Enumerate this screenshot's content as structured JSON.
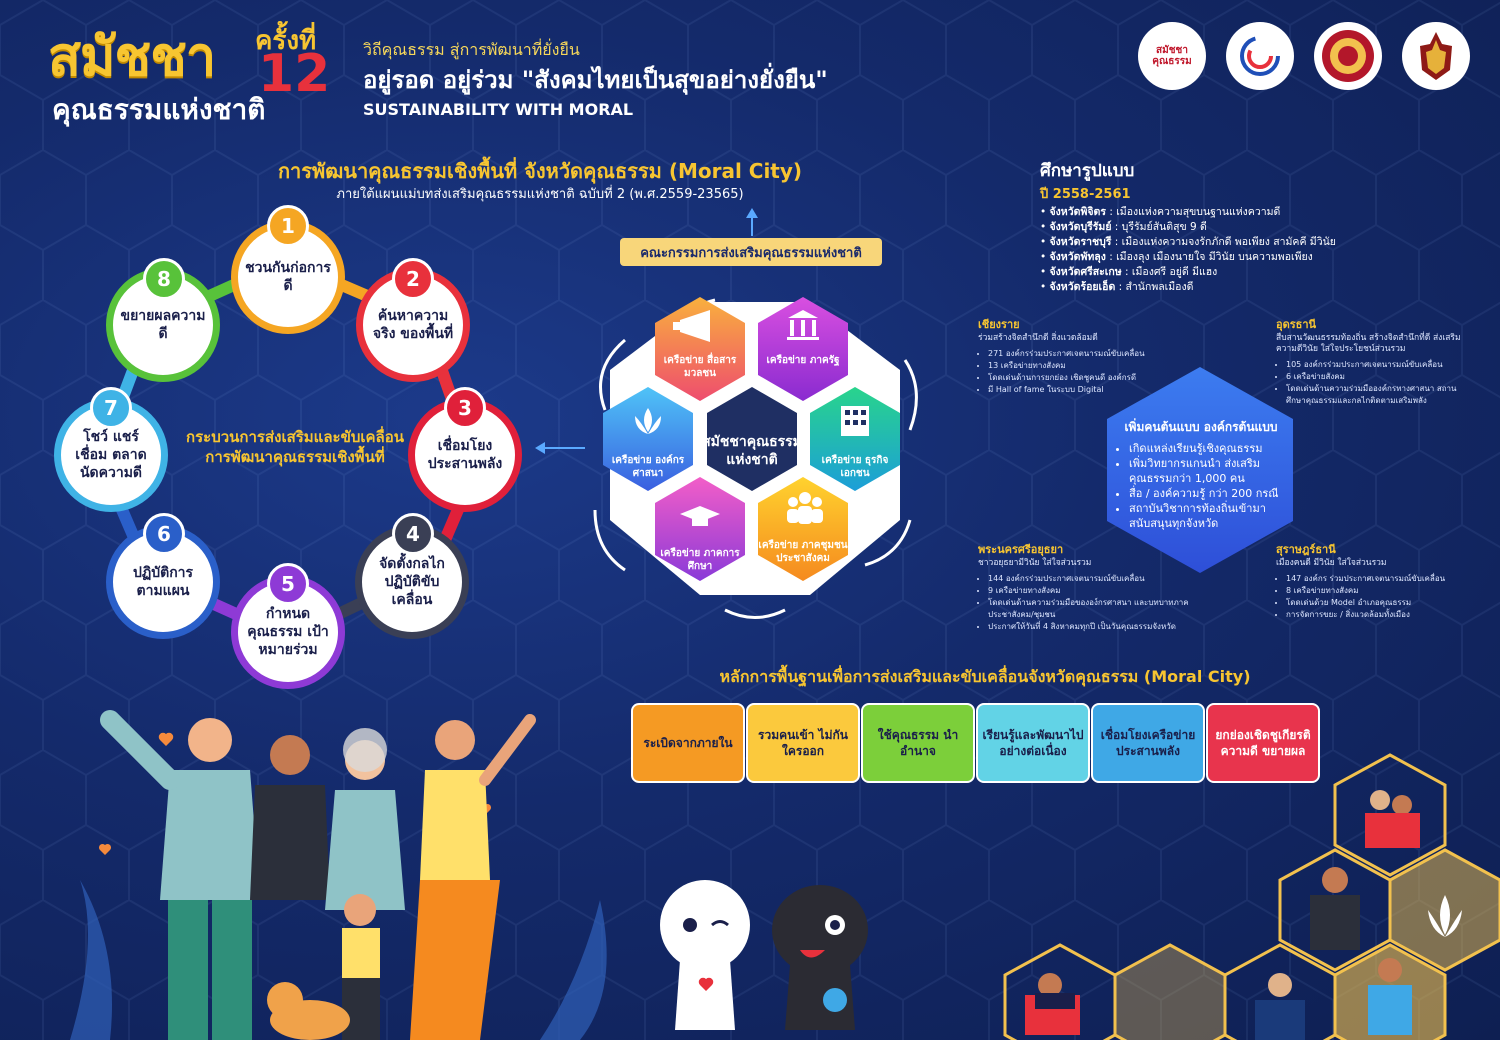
{
  "header": {
    "brand_line1": "สมัชชา",
    "brand_line2": "คุณธรรมแห่งชาติ",
    "brand_edition_label": "ครั้งที่",
    "brand_edition_number": "12",
    "tagline_small": "วิถีคุณธรรม สู่การพัฒนาที่ยั่งยืน",
    "tagline_main": "อยู่รอด อยู่ร่วม \"สังคมไทยเป็นสุขอย่างยั่งยืน\"",
    "tagline_en": "SUSTAINABILITY WITH MORAL",
    "logos": [
      "สมัชชา คุณธรรม",
      "",
      "",
      ""
    ]
  },
  "moral_city": {
    "title": "การพัฒนาคุณธรรมเชิงพื้นที่ จังหวัดคุณธรรม (Moral City)",
    "subtitle": "ภายใต้แผนแม่บทส่งเสริมคุณธรรมแห่งชาติ ฉบับที่ 2 (พ.ศ.2559-23565)",
    "cycle_center": [
      "กระบวนการส่งเสริมและขับเคลื่อน",
      "การพัฒนาคุณธรรมเชิงพื้นที่"
    ],
    "steps": [
      {
        "num": "1",
        "label": "ชวนกันก่อการดี",
        "color": "#f5a623"
      },
      {
        "num": "2",
        "label": "ค้นหาความจริง ของพื้นที่",
        "color": "#e8313c"
      },
      {
        "num": "3",
        "label": "เชื่อมโยง ประสานพลัง",
        "color": "#e0203a"
      },
      {
        "num": "4",
        "label": "จัดตั้งกลไก ปฏิบัติขับเคลื่อน",
        "color": "#3a3f55"
      },
      {
        "num": "5",
        "label": "กำหนดคุณธรรม เป้าหมายร่วม",
        "color": "#8e3ad6"
      },
      {
        "num": "6",
        "label": "ปฏิบัติการ ตามแผน",
        "color": "#2a5fc9"
      },
      {
        "num": "7",
        "label": "โชว์ แชร์ เชื่อม ตลาดนัดความดี",
        "color": "#3fb3e6"
      },
      {
        "num": "8",
        "label": "ขยายผลความดี",
        "color": "#58c23a"
      }
    ]
  },
  "networks": {
    "committee": "คณะกรรมการส่งเสริมคุณธรรมแห่งชาติ",
    "center": [
      "สมัชชาคุณธรรม",
      "แห่งชาติ"
    ],
    "items": [
      {
        "label": "เครือข่าย สื่อสารมวลชน",
        "icon": "megaphone-icon"
      },
      {
        "label": "เครือข่าย ภาครัฐ",
        "icon": "government-building-icon"
      },
      {
        "label": "เครือข่าย ธุรกิจเอกชน",
        "icon": "office-building-icon"
      },
      {
        "label": "เครือข่าย ภาคชุมชน ประชาสังคม",
        "icon": "community-icon"
      },
      {
        "label": "เครือข่าย ภาคการศึกษา",
        "icon": "graduation-cap-icon"
      },
      {
        "label": "เครือข่าย องค์กรศาสนา",
        "icon": "lotus-icon"
      }
    ]
  },
  "study": {
    "title": "ศึกษารูปแบบ",
    "years": "ปี 2558-2561",
    "provinces": [
      {
        "name": "จังหวัดพิจิตร",
        "desc": " : เมืองแห่งความสุขบนฐานแห่งความดี"
      },
      {
        "name": "จังหวัดบุรีรัมย์",
        "desc": " : บุรีรัมย์สันติสุข 9 ดี"
      },
      {
        "name": "จังหวัดราชบุรี",
        "desc": " : เมืองแห่งความจงรักภักดี พอเพียง สามัคคี มีวินัย"
      },
      {
        "name": "จังหวัดพัทลุง",
        "desc": " : เมืองลุง เมืองนายใจ มีวินัย บนความพอเพียง"
      },
      {
        "name": "จังหวัดศรีสะเกษ",
        "desc": " : เมืองศรี อยู่ดี มีแฮง"
      },
      {
        "name": "จังหวัดร้อยเอ็ด",
        "desc": " : สำนักพลเมืองดี"
      }
    ],
    "cities": {
      "chiangrai": {
        "name": "เชียงราย",
        "sub": "ร่วมสร้างจิตสำนึกดี สิ่งแวดล้อมดี",
        "items": [
          "271 องค์กรร่วมประกาศเจตนารมณ์ขับเคลื่อน",
          "13 เครือข่ายทางสังคม",
          "โดดเด่นด้านการยกย่อง เชิดชูคนดี องค์กรดี",
          "มี Hall of fame ในระบบ Digital"
        ]
      },
      "udon": {
        "name": "อุดรธานี",
        "sub": "สืบสานวัฒนธรรมท้องถิ่น สร้างจิตสำนึกที่ดี ส่งเสริมความดีวินัย ใส่ใจประโยชน์ส่วนรวม",
        "items": [
          "105 องค์กรร่วมประกาศเจตนารมณ์ขับเคลื่อน",
          "6 เครือข่ายสังคม",
          "โดดเด่นด้านความร่วมมือองค์กรทางศาสนา สถานศึกษาคุณธรรมและกลไกติดตามเสริมพลัง"
        ]
      },
      "ayutthaya": {
        "name": "พระนครศรีอยุธยา",
        "sub": "ชาวอยุธยามีวินัย ใส่ใจส่วนรวม",
        "items": [
          "144 องค์กรร่วมประกาศเจตนารมณ์ขับเคลื่อน",
          "9 เครือข่ายทางสังคม",
          "โดดเด่นด้านความร่วมมือขององ์กรศาสนา และบทบาทภาคประชาสังคม/ชุมชน",
          "ประกาศให้วันที่ 4 สิงหาคมทุกปี เป็นวันคุณธรรมจังหวัด"
        ]
      },
      "surat": {
        "name": "สุราษฎร์ธานี",
        "sub": "เมืองคนดี มีวินัย ใส่ใจส่วนรวม",
        "items": [
          "147 องค์กร ร่วมประกาศเจตนารมณ์ขับเคลื่อน",
          "8 เครือข่ายทางสังคม",
          "โดดเด่นด้วย Model อำเภอคุณธรรม",
          "การจัดการขยะ / สิ่งแวดล้อมทั้งเมือง"
        ]
      }
    },
    "prototype": {
      "title": "เพิ่มคนต้นแบบ องค์กรต้นแบบ",
      "items": [
        "เกิดแหล่งเรียนรู้เชิงคุณธรรม",
        "เพิ่มวิทยากรแกนนำ ส่งเสริมคุณธรรมกว่า 1,000 คน",
        "สื่อ / องค์ความรู้ กว่า 200 กรณี",
        "สถาบันวิชาการท้องถิ่นเข้ามา สนับสนุนทุกจังหวัด"
      ]
    }
  },
  "principles": {
    "title": "หลักการพื้นฐานเพื่อการส่งเสริมและขับเคลื่อนจังหวัดคุณธรรม (Moral City)",
    "items": [
      {
        "label": "ระเบิดจากภายใน",
        "color": "#f59a23"
      },
      {
        "label": "รวมคนเข้า ไม่กันใครออก",
        "color": "#fbc93d"
      },
      {
        "label": "ใช้คุณธรรม นำอำนาจ",
        "color": "#7ccf3a"
      },
      {
        "label": "เรียนรู้และพัฒนาไป อย่างต่อเนื่อง",
        "color": "#62d3e6"
      },
      {
        "label": "เชื่อมโยงเครือข่าย ประสานพลัง",
        "color": "#3fa8e6"
      },
      {
        "label": "ยกย่องเชิดชูเกียรติ ความดี ขยายผล",
        "color": "#e8344d"
      }
    ]
  }
}
